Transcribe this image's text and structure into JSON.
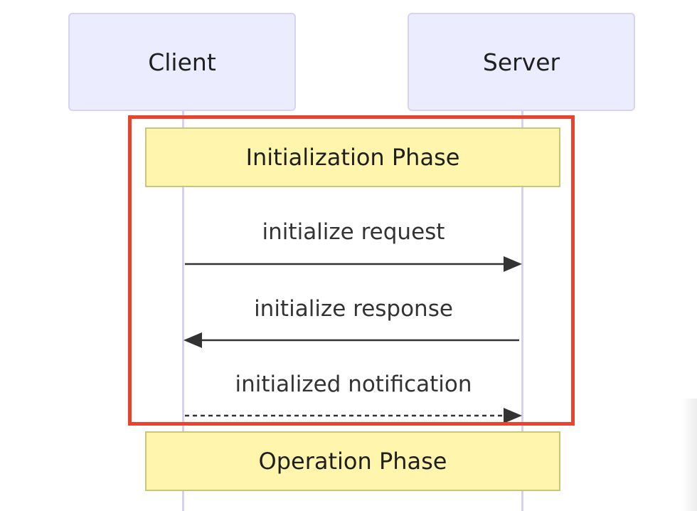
{
  "participants": {
    "client": "Client",
    "server": "Server"
  },
  "notes": {
    "initialization": "Initialization Phase",
    "operation": "Operation Phase"
  },
  "messages": [
    {
      "label": "initialize request",
      "from": "client",
      "to": "server",
      "style": "solid"
    },
    {
      "label": "initialize response",
      "from": "server",
      "to": "client",
      "style": "solid"
    },
    {
      "label": "initialized notification",
      "from": "client",
      "to": "server",
      "style": "dashed"
    }
  ],
  "colors": {
    "actor_fill": "#ececff",
    "actor_border": "#d8d3f0",
    "note_fill": "#fff5ad",
    "note_border": "#c9c67a",
    "highlight": "#e8432f",
    "arrow": "#333333"
  }
}
